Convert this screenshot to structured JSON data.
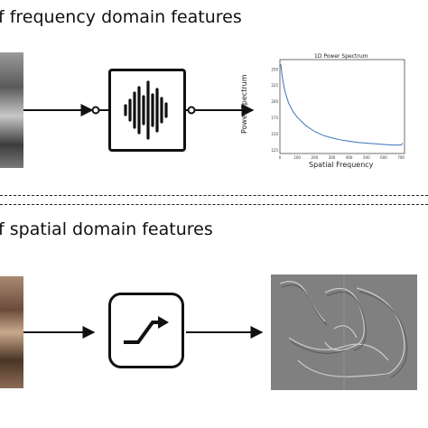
{
  "rows": {
    "frequency": {
      "title": "f frequency domain features"
    },
    "spatial": {
      "title": "f spatial domain features"
    }
  },
  "icons": {
    "frequency_box": "waveform-icon",
    "spatial_box": "step-function-icon"
  },
  "chart_data": {
    "type": "line",
    "title": "1D Power Spectrum",
    "xlabel": "Spatial Frequency",
    "ylabel": "Power Spectrum",
    "xlim": [
      0,
      720
    ],
    "ylim": [
      120,
      265
    ],
    "xticks": [
      0,
      100,
      200,
      300,
      400,
      500,
      600,
      700
    ],
    "yticks": [
      125,
      150,
      175,
      200,
      225,
      250
    ],
    "grid": false,
    "series": [
      {
        "color": "#3b73b9",
        "x": [
          5,
          15,
          30,
          50,
          75,
          100,
          150,
          200,
          250,
          300,
          350,
          400,
          450,
          500,
          550,
          600,
          650,
          700,
          710
        ],
        "values": [
          258,
          235,
          215,
          198,
          185,
          176,
          163,
          154,
          148,
          144,
          141,
          139,
          137,
          136,
          135,
          134,
          133,
          133,
          136
        ]
      }
    ]
  }
}
